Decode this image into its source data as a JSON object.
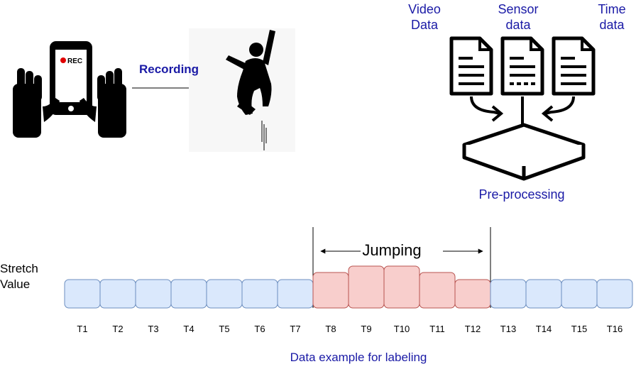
{
  "recording": {
    "label": "Recording"
  },
  "sources": [
    {
      "line1": "Video",
      "line2": "Data"
    },
    {
      "line1": "Sensor",
      "line2": "data"
    },
    {
      "line1": "Time",
      "line2": "data"
    }
  ],
  "phone": {
    "rec_text": "REC"
  },
  "preprocessing": {
    "label": "Pre-processing"
  },
  "labeling": {
    "y_label_line1": "Stretch",
    "y_label_line2": "Value",
    "span_label": "Jumping",
    "caption": "Data example for labeling",
    "ticks": [
      "T1",
      "T2",
      "T3",
      "T4",
      "T5",
      "T6",
      "T7",
      "T8",
      "T9",
      "T10",
      "T11",
      "T12",
      "T13",
      "T14",
      "T15",
      "T16"
    ],
    "jumping_ticks": [
      "T8",
      "T9",
      "T10",
      "T11",
      "T12"
    ]
  },
  "colors": {
    "label_blue": "#1a1aa6",
    "normal_fill": "#dae8fc",
    "normal_stroke": "#6c8ebf",
    "jump_fill": "#f8cecc",
    "jump_stroke": "#b85450"
  }
}
